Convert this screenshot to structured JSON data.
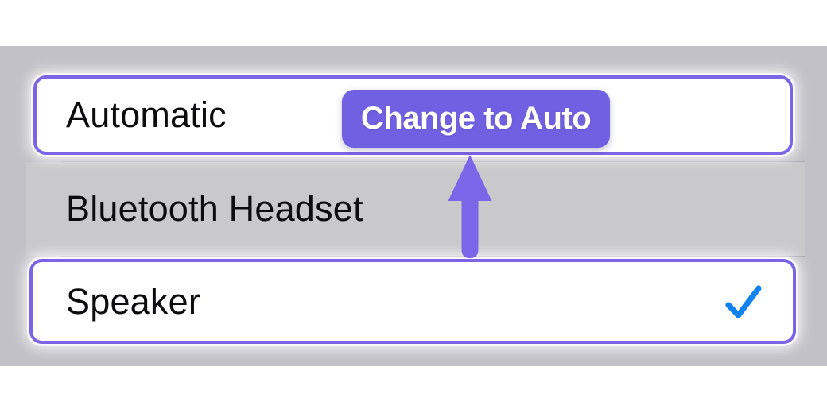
{
  "menu": {
    "options": [
      {
        "label": "Automatic",
        "highlighted": true,
        "selected": false
      },
      {
        "label": "Bluetooth Headset",
        "highlighted": false,
        "selected": false
      },
      {
        "label": "Speaker",
        "highlighted": true,
        "selected": true
      }
    ],
    "text_color": "#0c0c0e",
    "backdrop_bg": "#c1c1c7",
    "row_bg": "#c9c9cb",
    "highlight_fill": "#ffffff",
    "highlight_border": "#7b64e5",
    "checkmark_color": "#1182f2"
  },
  "annotation": {
    "badge_label": "Change to Auto",
    "badge_bg": "#7160e2",
    "badge_text_color": "#ffffff",
    "arrow_color": "#7b66e7"
  }
}
